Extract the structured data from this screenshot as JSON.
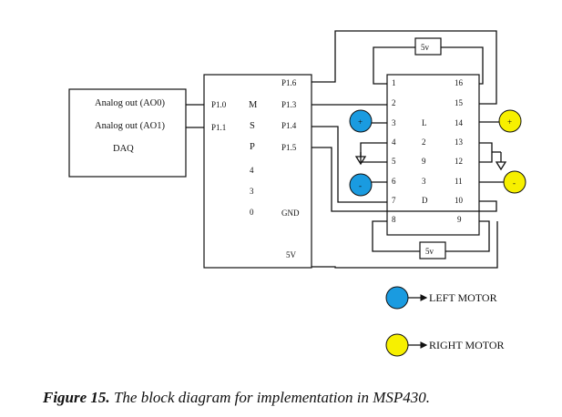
{
  "daq": {
    "line1": "Analog out (AO0)",
    "line2": "Analog out (AO1)",
    "label": "DAQ"
  },
  "msp": {
    "left_pins": [
      "P1.0",
      "P1.1"
    ],
    "right_pins": [
      "P1.6",
      "P1.3",
      "P1.4",
      "P1.5"
    ],
    "gnd": "GND",
    "vcc": "5V",
    "chars": [
      "M",
      "S",
      "P",
      "4",
      "3",
      "0"
    ]
  },
  "l293d": {
    "left_pins": [
      "1",
      "2",
      "3",
      "4",
      "5",
      "6",
      "7",
      "8"
    ],
    "right_pins": [
      "16",
      "15",
      "14",
      "13",
      "12",
      "11",
      "10",
      "9"
    ],
    "mid_chars": [
      "L",
      "2",
      "9",
      "3",
      "D"
    ],
    "top_supply": "5v",
    "bottom_supply": "5v"
  },
  "motors": {
    "left_color": "#1a9be0",
    "right_color": "#f7f000",
    "plus": "+",
    "minus": "-"
  },
  "legend": {
    "left": "LEFT MOTOR",
    "right": "RIGHT MOTOR"
  },
  "caption": {
    "label": "Figure 15.",
    "text": " The block diagram for implementation in MSP430."
  }
}
